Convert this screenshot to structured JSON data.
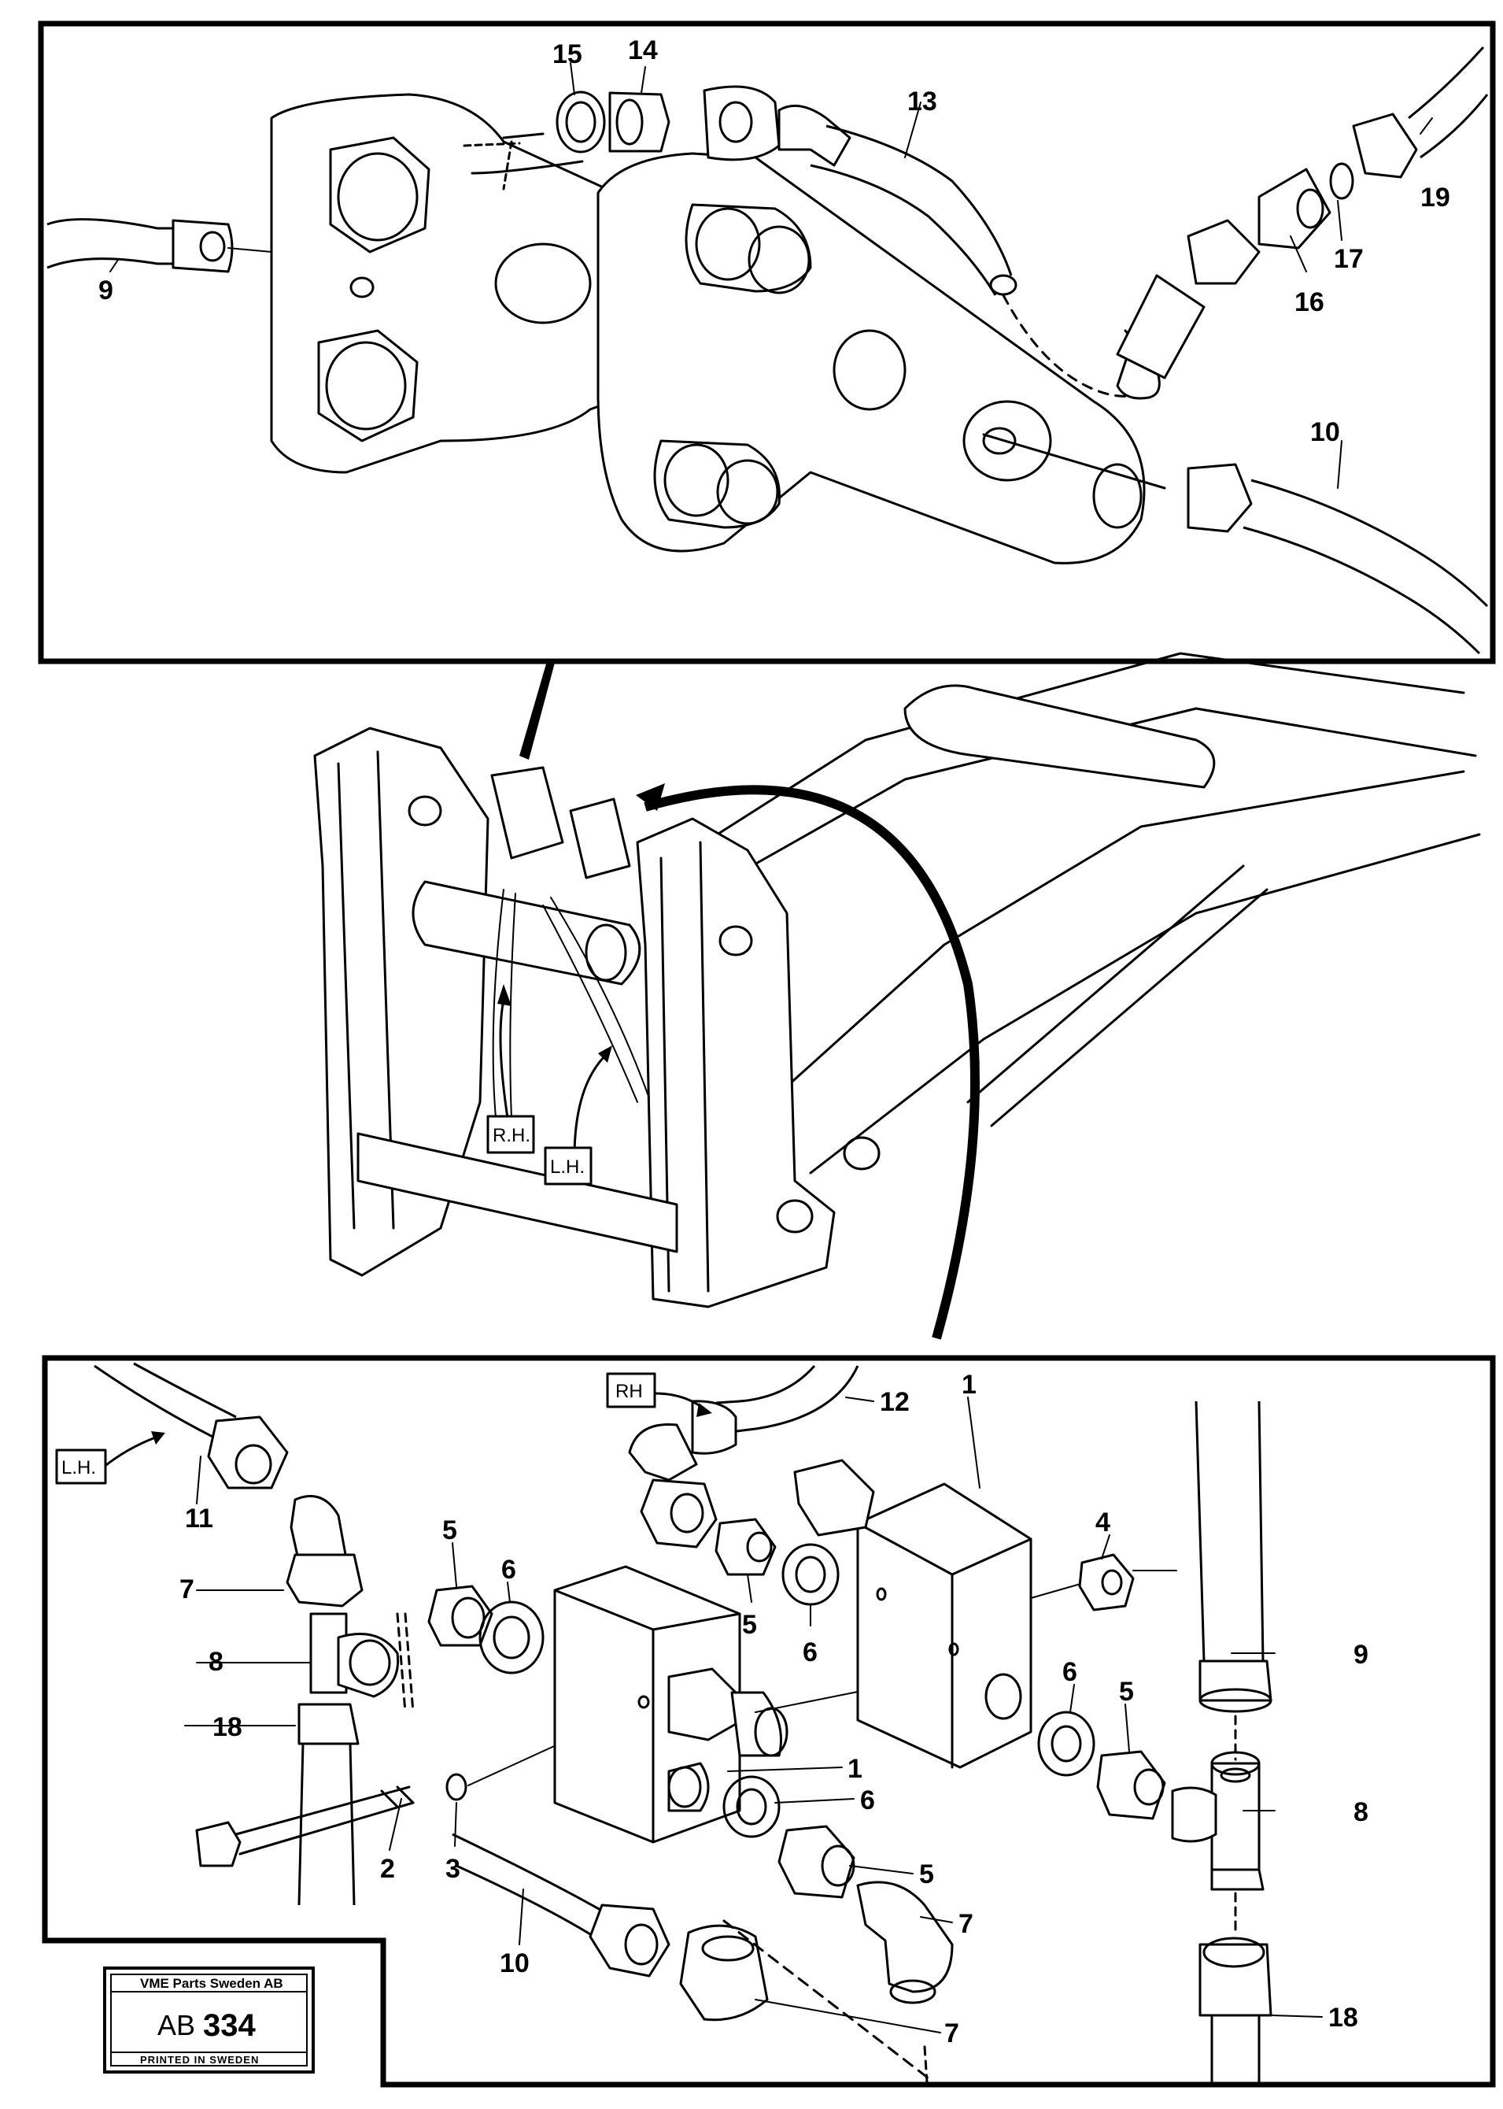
{
  "callouts": {
    "c1a": "1",
    "c1b": "1",
    "c2": "2",
    "c3": "3",
    "c4": "4",
    "c5a": "5",
    "c5b": "5",
    "c5c": "5",
    "c5d": "5",
    "c6a": "6",
    "c6b": "6",
    "c6c": "6",
    "c6d": "6",
    "c7a": "7",
    "c7b": "7",
    "c7c": "7",
    "c8a": "8",
    "c8b": "8",
    "c9a": "9",
    "c9b": "9",
    "c10a": "10",
    "c10b": "10",
    "c11": "11",
    "c12": "12",
    "c13": "13",
    "c14": "14",
    "c15": "15",
    "c16": "16",
    "c17": "17",
    "c18a": "18",
    "c18b": "18",
    "c19": "19"
  },
  "tags": {
    "rh_mid": "R.H.",
    "lh_mid": "L.H.",
    "rh_bottom": "RH",
    "lh_bottom": "L.H."
  },
  "stamp": {
    "company": "VME Parts Sweden AB",
    "ref_prefix": "AB",
    "ref_number": "334",
    "footer": "PRINTED IN SWEDEN"
  }
}
